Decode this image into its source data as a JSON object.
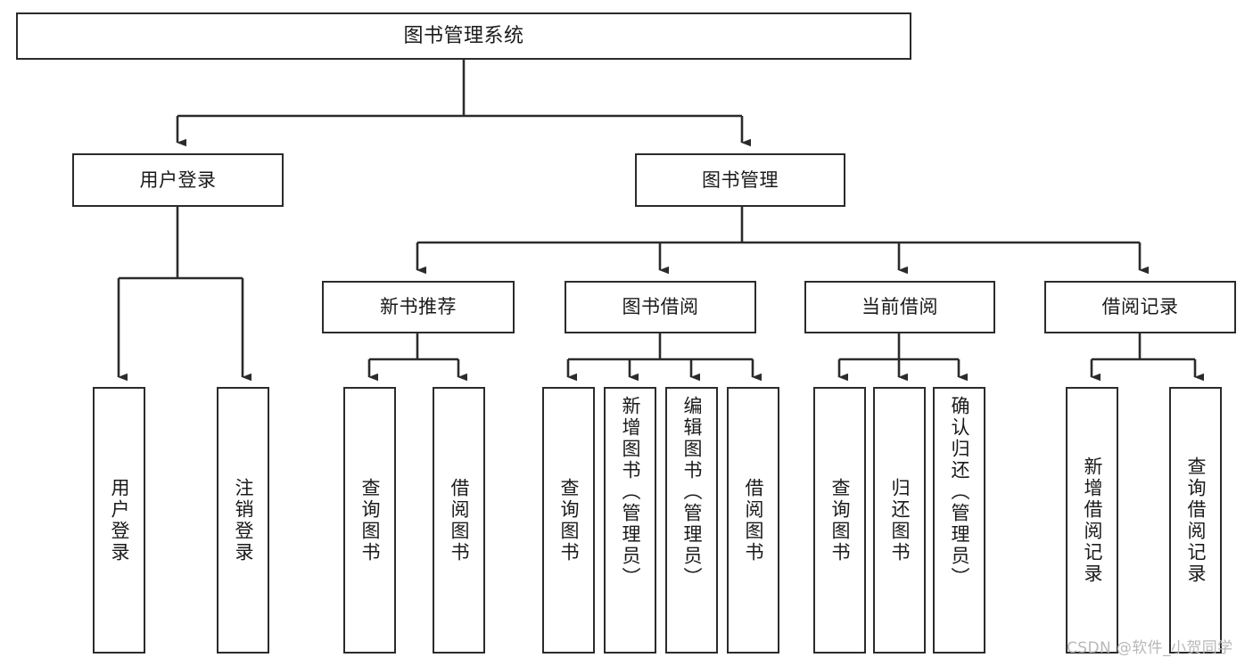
{
  "diagram": {
    "title": "图书管理系统",
    "type": "tree-hierarchy-diagram",
    "stroke_color": "#2b2b2b",
    "fill_color": "#ffffff",
    "text_color": "#1a1a1a",
    "root": {
      "label": "图书管理系统"
    },
    "level2": [
      {
        "label": "用户登录"
      },
      {
        "label": "图书管理"
      }
    ],
    "level3": [
      {
        "label": "新书推荐"
      },
      {
        "label": "图书借阅"
      },
      {
        "label": "当前借阅"
      },
      {
        "label": "借阅记录"
      }
    ],
    "leaves": {
      "user_login": [
        {
          "label": "用户登录"
        },
        {
          "label": "注销登录"
        }
      ],
      "new_book_recommend": [
        {
          "label": "查询图书"
        },
        {
          "label": "借阅图书"
        }
      ],
      "book_borrow": [
        {
          "label": "查询图书"
        },
        {
          "label": "新增图书（管理员）"
        },
        {
          "label": "编辑图书（管理员）"
        },
        {
          "label": "借阅图书"
        }
      ],
      "current_borrow": [
        {
          "label": "查询图书"
        },
        {
          "label": "归还图书"
        },
        {
          "label": "确认归还（管理员）"
        }
      ],
      "borrow_records": [
        {
          "label": "新增借阅记录"
        },
        {
          "label": "查询借阅记录"
        }
      ]
    }
  },
  "watermark": {
    "text": "CSDN @软件_小贺同学"
  }
}
